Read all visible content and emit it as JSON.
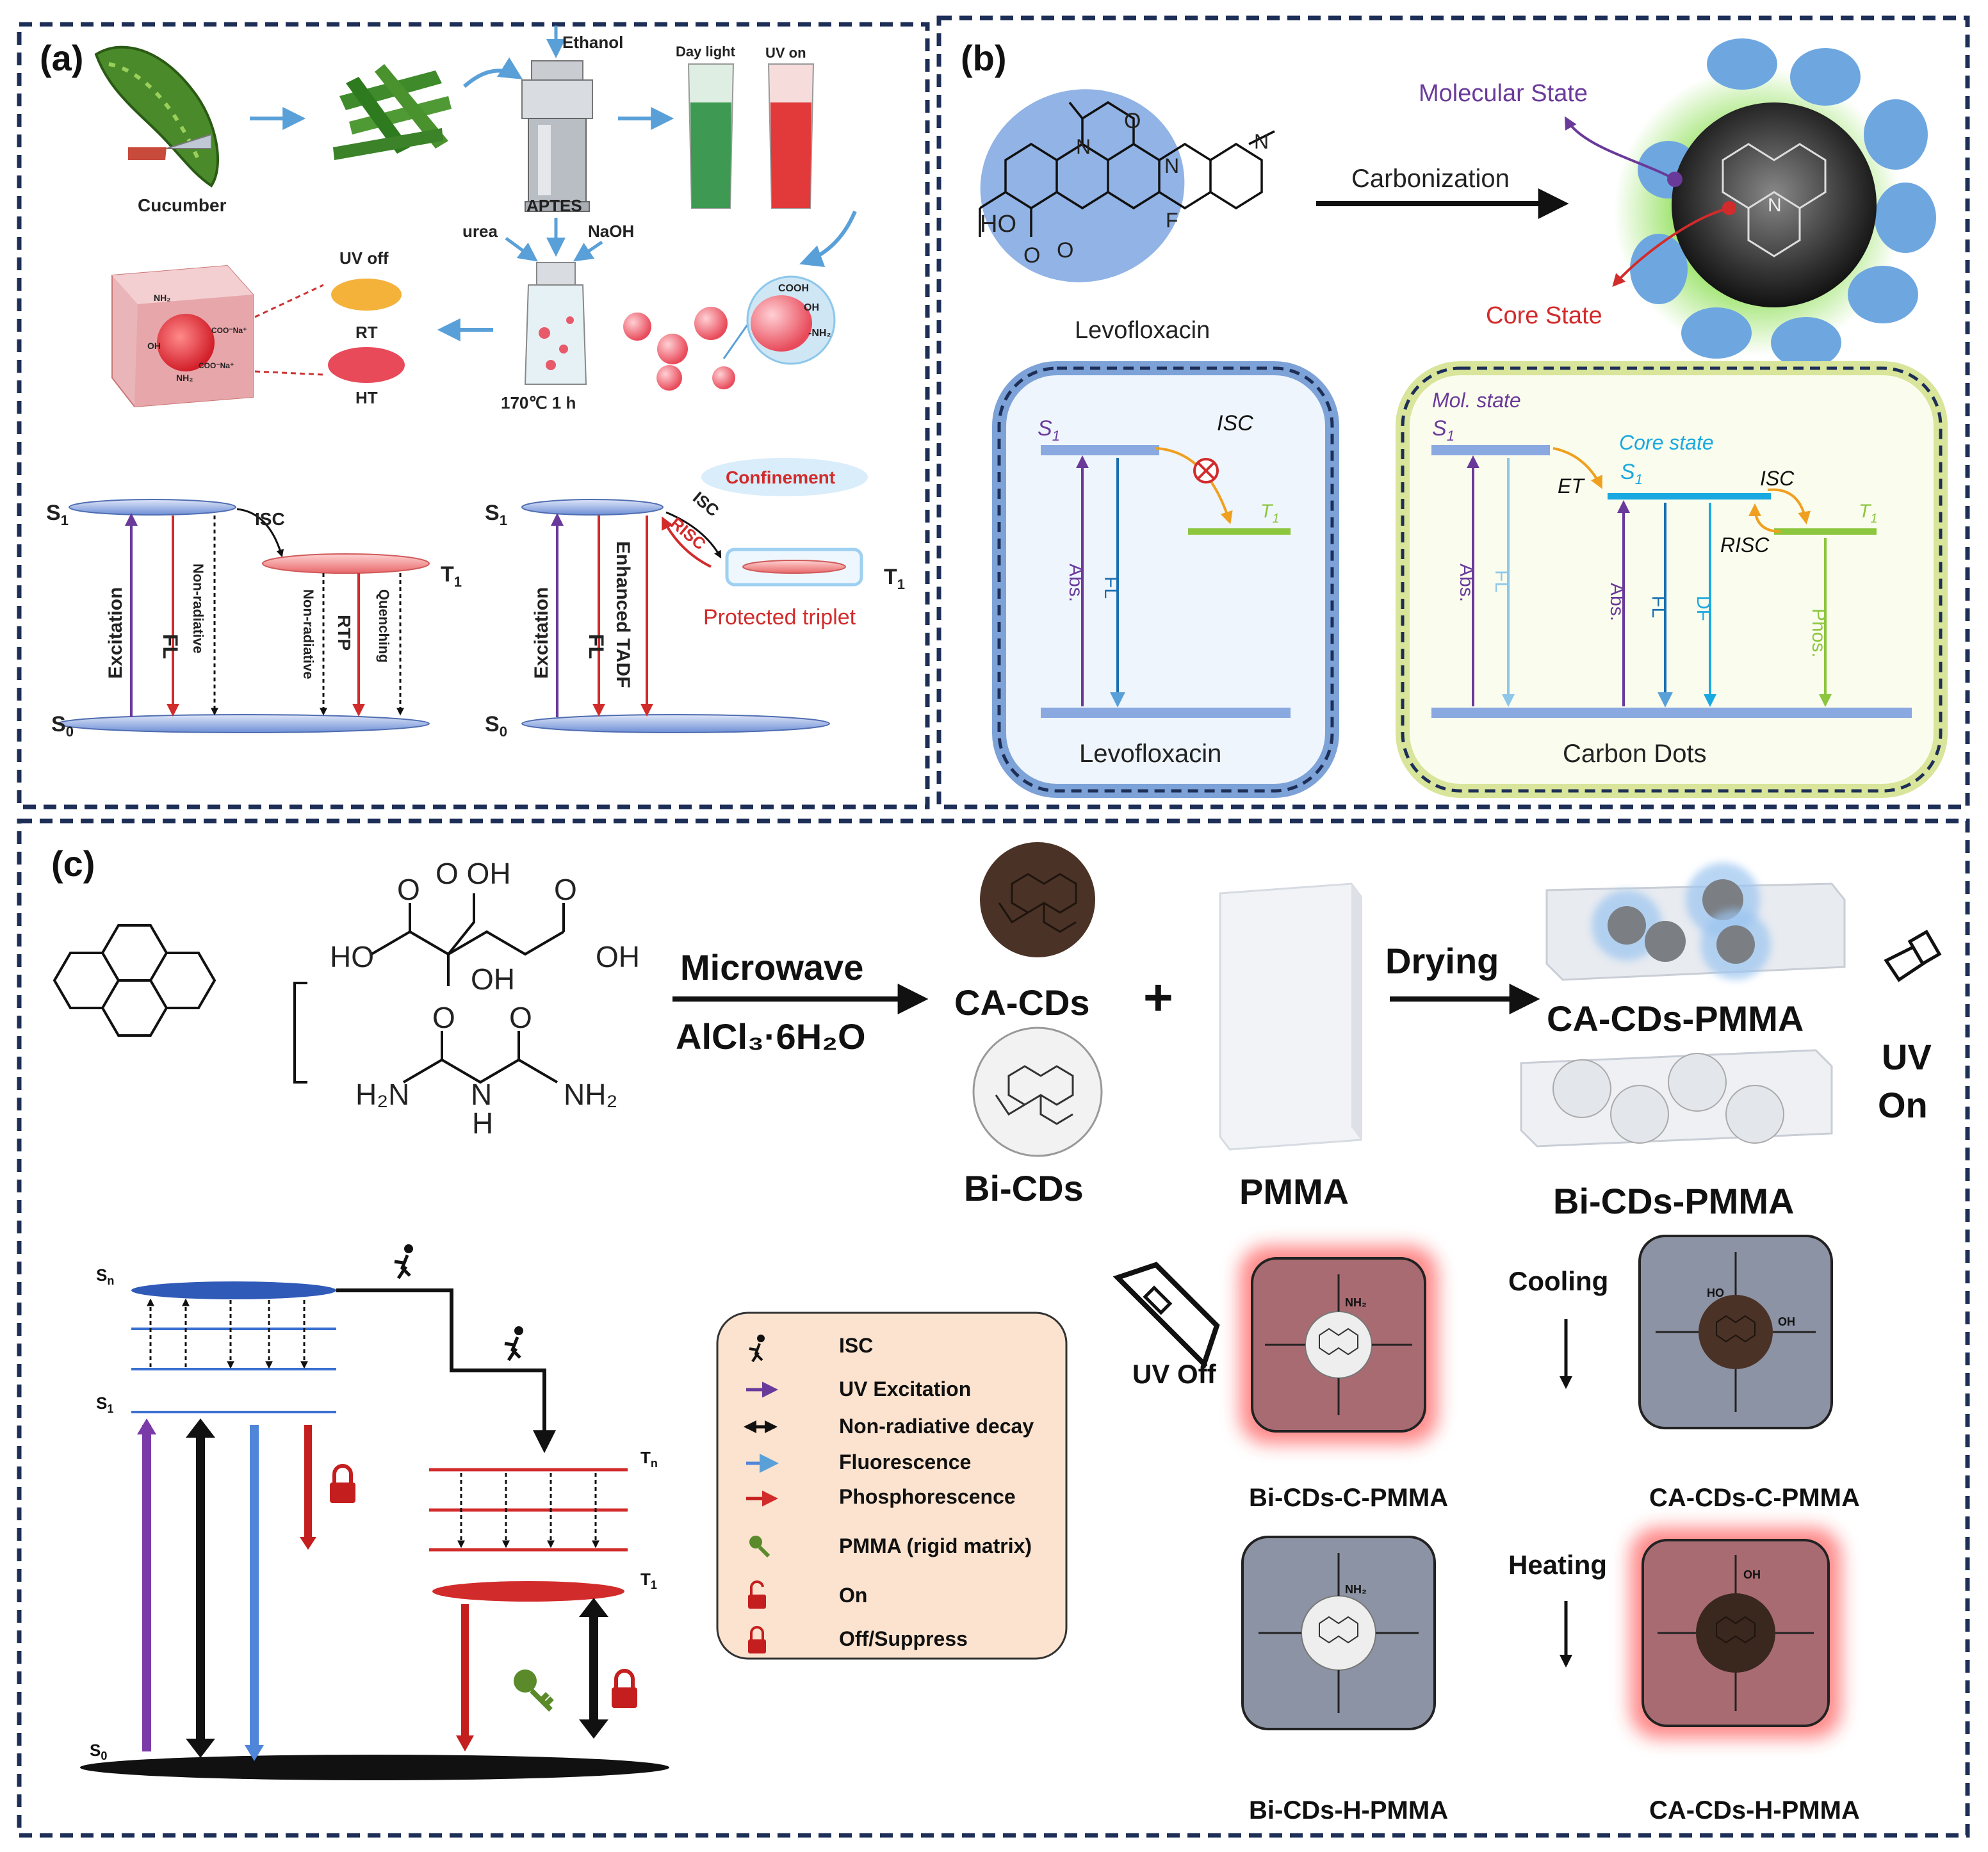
{
  "colors": {
    "frame": "#1e2f57",
    "red": "#d22b2b",
    "blue_level": "#6e8fd6",
    "purple": "#6a3a9a",
    "green": "#8cc63f",
    "teal": "#1aa8e0",
    "cell_red": "#a96b72",
    "cell_gray": "#8c93a4",
    "legend_bg": "#fbe3cf"
  },
  "panel_a": {
    "label": "(a)",
    "synthesis": {
      "cucumber": "Cucumber",
      "ethanol": "Ethanol",
      "day_light": "Day light",
      "uv_on": "UV on",
      "aptes": "APTES",
      "urea": "urea",
      "naoh": "NaOH",
      "condition": "170℃  1 h",
      "uv_off": "UV off",
      "rt": "RT",
      "ht": "HT",
      "cooh": "COOH",
      "oh": "OH",
      "nh2": "-NH₂",
      "cube_nh2_1": "NH₂",
      "cube_nh2_2": "NH₂",
      "cube_oh": "OH",
      "cube_coo_1": "COO⁻Na⁺",
      "cube_coo_2": "COO⁻Na⁺"
    },
    "left_diagram": {
      "s1": "S",
      "s1_sub": "1",
      "s0": "S",
      "s0_sub": "0",
      "t1": "T",
      "t1_sub": "1",
      "isc": "ISC",
      "excitation": "Excitation",
      "fl": "FL",
      "non_radiative": "Non-radiative",
      "non_radiative_2": "Non-radiative",
      "rtp": "RTP",
      "quenching": "Quenching"
    },
    "right_diagram": {
      "s1": "S",
      "s1_sub": "1",
      "s0": "S",
      "s0_sub": "0",
      "t1": "T",
      "t1_sub": "1",
      "excitation": "Excitation",
      "fl": "FL",
      "enhanced_tadf": "Enhanced TADF",
      "isc": "ISC",
      "risc": "RISC",
      "confinement": "Confinement",
      "protected_triplet": "Protected triplet"
    }
  },
  "panel_b": {
    "label": "(b)",
    "molecule_name": "Levofloxacin",
    "ho": "HO",
    "o_labels": [
      "O",
      "O",
      "O"
    ],
    "n_labels": [
      "N",
      "N",
      "N"
    ],
    "f_label": "F",
    "carbonization": "Carbonization",
    "molecular_state": "Molecular State",
    "core_state": "Core State",
    "levo_box": {
      "s1": "S",
      "s1_sub": "1",
      "isc": "ISC",
      "t1": "T",
      "t1_sub": "1",
      "abs": "Abs.",
      "fl": "FL",
      "title": "Levofloxacin"
    },
    "cd_box": {
      "mol_state": "Mol. state",
      "s1": "S",
      "s1_sub": "1",
      "core_state": "Core state",
      "core_s1": "S",
      "core_s1_sub": "1",
      "et": "ET",
      "isc": "ISC",
      "risc": "RISC",
      "t1": "T",
      "t1_sub": "1",
      "abs": "Abs.",
      "fl": "FL",
      "abs2": "Abs.",
      "fl2": "FL",
      "df": "DF",
      "phos": "Phos.",
      "title": "Carbon Dots"
    }
  },
  "panel_c": {
    "label": "(c)",
    "ca_oh_top": "O  OH",
    "ho_left": "HO",
    "oh_mid": "OH",
    "oh_right": "OH",
    "o_left": "O",
    "o_right": "O",
    "urea_o1": "O",
    "urea_o2": "O",
    "h2n": "H₂N",
    "nh": "N",
    "h": "H",
    "nh2": "NH₂",
    "microwave": "Microwave",
    "alcl3": "AlCl₃·6H₂O",
    "ca_cds": "CA-CDs",
    "bi_cds": "Bi-CDs",
    "plus": "+",
    "pmma": "PMMA",
    "drying": "Drying",
    "ca_cds_pmma": "CA-CDs-PMMA",
    "bi_cds_pmma": "Bi-CDs-PMMA",
    "uv_on_1": "UV",
    "uv_on_2": "On",
    "uv_off": "UV Off",
    "cooling": "Cooling",
    "heating": "Heating",
    "bi_c": "Bi-CDs-C-PMMA",
    "ca_c": "CA-CDs-C-PMMA",
    "bi_h": "Bi-CDs-H-PMMA",
    "ca_h": "CA-CDs-H-PMMA",
    "jablonski": {
      "sn": "S",
      "sn_sub": "n",
      "s1": "S",
      "s1_sub": "1",
      "s0": "S",
      "s0_sub": "0",
      "tn": "T",
      "tn_sub": "n",
      "t1": "T",
      "t1_sub": "1"
    },
    "legend": [
      {
        "icon": "runner-icon",
        "label": "ISC"
      },
      {
        "icon": "purple-arrow-icon",
        "label": "UV Excitation"
      },
      {
        "icon": "black-double-arrow-icon",
        "label": "Non-radiative decay"
      },
      {
        "icon": "blue-arrow-icon",
        "label": "Fluorescence"
      },
      {
        "icon": "red-arrow-icon",
        "label": "Phosphorescence"
      },
      {
        "icon": "key-icon",
        "label": "PMMA (rigid matrix)"
      },
      {
        "icon": "unlock-icon",
        "label": "On"
      },
      {
        "icon": "lock-icon",
        "label": "Off/Suppress"
      }
    ],
    "cell_labels": {
      "nh2": "NH₂",
      "oh": "OH",
      "ho": "HO"
    }
  }
}
